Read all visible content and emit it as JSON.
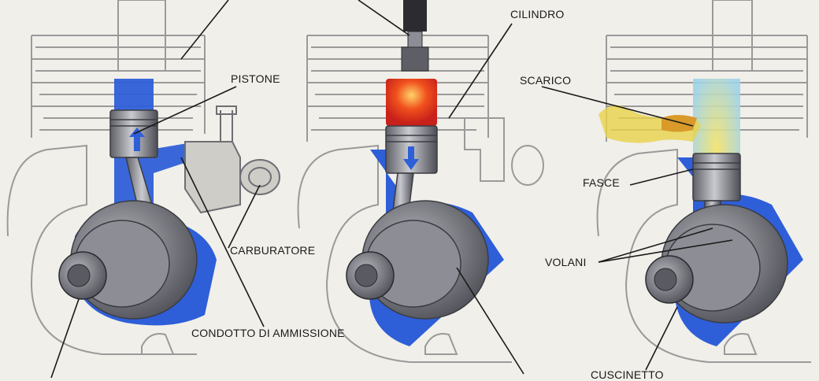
{
  "labels": {
    "pistone": "PISTONE",
    "cilindro": "CILINDRO",
    "scarico": "SCARICO",
    "fasce": "FASCE",
    "carburatore": "CARBURATORE",
    "volani": "VOLANI",
    "condotto": "CONDOTTO DI AMMISSIONE",
    "cuscinetto": "CUSCINETTO"
  },
  "colors": {
    "background": "#f1efe9",
    "intake_blue": "#2e5fd8",
    "combustion_red": "#e0381c",
    "exhaust_yellow": "#e8d24a",
    "metal": "#8d8e95",
    "outline": "#9a9a9a"
  },
  "icons": {
    "arrow_up": "piston-up-arrow-icon",
    "arrow_down": "piston-down-arrow-icon"
  }
}
